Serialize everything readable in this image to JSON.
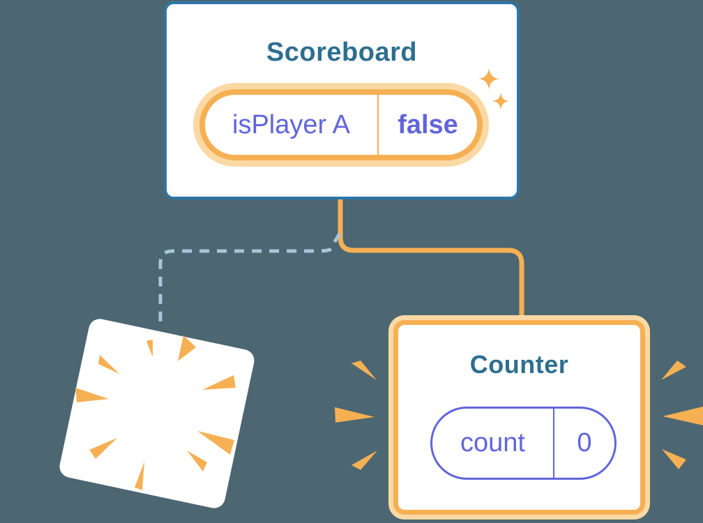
{
  "colors": {
    "bg": "#4C6672",
    "card-bg": "#FFFFFF",
    "blue-border": "#2D76A8",
    "teal-text": "#2E6E90",
    "purple": "#6065DB",
    "orange": "#F6B054",
    "orange-halo": "#FAD9A4",
    "dash-blue": "#A8C5DA"
  },
  "scoreboard": {
    "title": "Scoreboard",
    "state": {
      "name": "isPlayer A",
      "value": "false"
    }
  },
  "counter": {
    "title": "Counter",
    "state": {
      "name": "count",
      "value": "0"
    }
  },
  "diagram": {
    "edges": [
      {
        "from": "scoreboard",
        "to": "counter",
        "style": "solid-orange-elbow"
      },
      {
        "from": "scoreboard",
        "to": "destroyed-component",
        "style": "dashed-blue-elbow"
      }
    ],
    "destroyed_component": {
      "shape": "tilted-white-card",
      "mark": "orange-poof-burst"
    }
  },
  "icons": {
    "sparkles": "two 4-point orange stars (new state created)",
    "poof": "radial orange wedge burst (component destroyed)",
    "emphasis": "orange wedge triples flanking Counter card"
  }
}
